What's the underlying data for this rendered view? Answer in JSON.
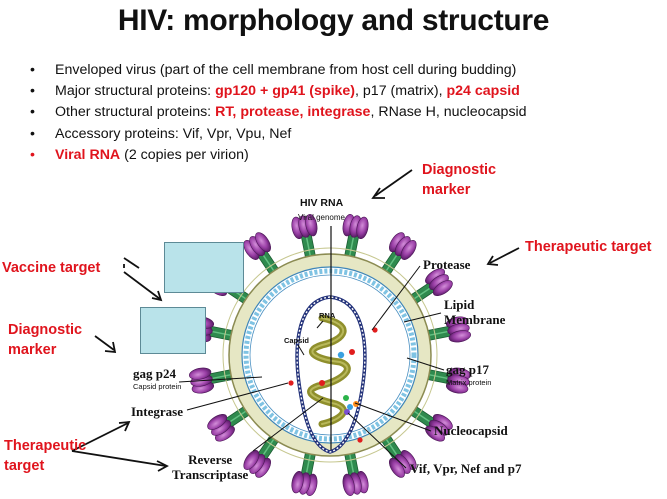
{
  "title": "HIV: morphology and structure",
  "bullets": [
    {
      "parts": [
        {
          "text": "Enveloped virus (part of the cell membrane from host cell during budding)"
        }
      ]
    },
    {
      "parts": [
        {
          "text": "Major structural proteins: "
        },
        {
          "text": "gp120 + gp41 (spike)",
          "red": true,
          "bold": true
        },
        {
          "text": ", p17 (matrix), "
        },
        {
          "text": "p24 capsid",
          "red": true,
          "bold": true
        }
      ]
    },
    {
      "parts": [
        {
          "text": "Other structural proteins: "
        },
        {
          "text": "RT",
          "red": true,
          "bold": true
        },
        {
          "text": ", ",
          "red": true,
          "bold": true
        },
        {
          "text": "protease",
          "red": true,
          "bold": true
        },
        {
          "text": ", ",
          "red": true,
          "bold": true
        },
        {
          "text": "integrase",
          "red": true,
          "bold": true
        },
        {
          "text": ", RNase H, nucleocapsid"
        }
      ]
    },
    {
      "parts": [
        {
          "text": "Accessory proteins: Vif, Vpr, Vpu, Nef"
        }
      ]
    },
    {
      "parts": [
        {
          "text": "Viral RNA",
          "red": true,
          "bold": true
        },
        {
          "text": " (2 copies per virion)"
        }
      ]
    }
  ],
  "bullet_symbol": "•",
  "red_labels": {
    "diagnostic_top": "Diagnostic\nmarker",
    "therapeutic_top": "Therapeutic target",
    "vaccine": "Vaccine target",
    "diagnostic_left": "Diagnostic\nmarker",
    "therapeutic_left": "Therapeutic\ntarget"
  },
  "diagram_labels": {
    "hiv_rna": "HIV RNA",
    "viral_genome": "Viral genome",
    "protease": "Protease",
    "lipid_membrane": "Lipid\nMembrane",
    "gag_p17": "gag p17",
    "matrix_protein": "Matrix protein",
    "nucleocapsid": "Nucleocapsid",
    "accessory": "Vif, Vpr, Nef and p7",
    "reverse_transcriptase": "Reverse\nTranscriptase",
    "integrase": "Integrase",
    "gag_p24": "gag p24",
    "capsid_protein": "Capsid protein",
    "capsid": "Capsid",
    "rna": "RNA"
  },
  "colors": {
    "accent_red": "#e0141d",
    "spike_purple": "#8e3b9c",
    "stalk_green": "#2f8a4e",
    "membrane": "#e6e7c4",
    "matrix_blue": "#58aed8",
    "rna_olive": "#8f8f2c",
    "box_fill": "#b9e3ea"
  }
}
